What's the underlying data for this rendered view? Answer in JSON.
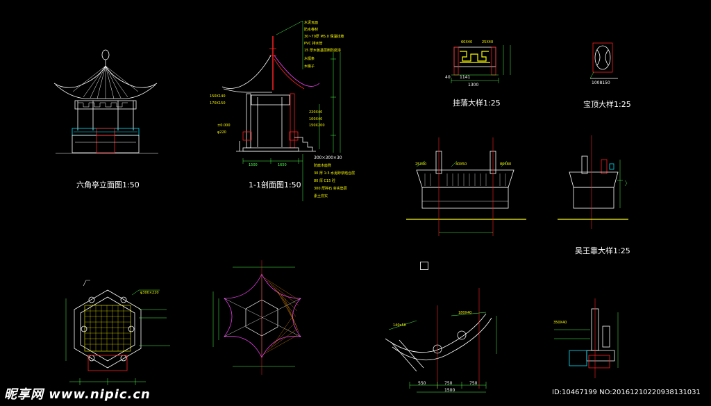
{
  "captions": {
    "pavilion_elevation": "六角亭立面图1:50",
    "pavilion_section": "1-1剖面图1:50",
    "hanging_detail": "挂落大样1:25",
    "finial_detail": "宝顶大样1:25",
    "bench_detail": "吴王靠大样1:25"
  },
  "labels": {
    "finial_post": "1008150",
    "hanging_dims": [
      "60X40",
      "25X40",
      "1300",
      "1141",
      "40"
    ],
    "bench_dims": [
      "25X40",
      "40X50",
      "80X80"
    ],
    "section_dims": [
      "300×300×30",
      "1500",
      "1650"
    ],
    "plan_note": "φ300×220",
    "rafter_note": "140x50",
    "rafter_note_2": "180X40",
    "rafter_dims": [
      "550",
      "750",
      "750",
      "1500"
    ],
    "detail_note": "350X40"
  },
  "watermark": {
    "logo": "昵享网 www.nipic.cn",
    "id": "ID:10467199 NO:20161210220938131031"
  },
  "colors": {
    "background": "#000000",
    "line": "#ffffff",
    "dimension": "#4dff4d",
    "note": "#ffff00",
    "red": "#ff2020",
    "cyan": "#00e5ff",
    "magenta": "#ff40ff",
    "orange": "#ff9900"
  }
}
